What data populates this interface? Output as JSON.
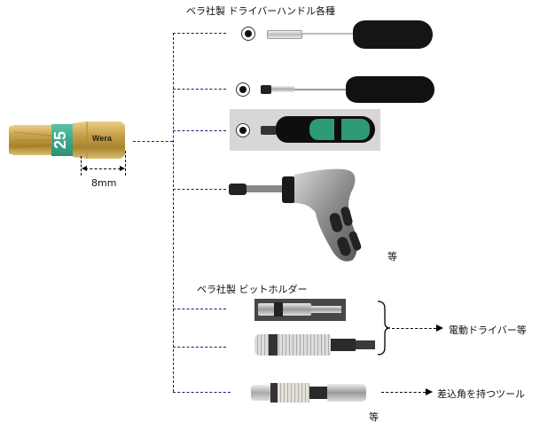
{
  "bit": {
    "size_number": "25",
    "brand": "Wera",
    "dimension_label": "8mm",
    "colors": {
      "gold": "#c9a24a",
      "band": "#3aa88a"
    }
  },
  "handles_section": {
    "title": "ベラ社製 ドライバーハンドル各種",
    "items": [
      {
        "name": "long-shaft-screwdriver-handle"
      },
      {
        "name": "bit-holding-screwdriver-handle"
      },
      {
        "name": "kraftform-compact-handle"
      },
      {
        "name": "pistol-grip-handle"
      }
    ],
    "etc_label": "等"
  },
  "holders_section": {
    "title": "ベラ社製 ビットホルダー",
    "items": [
      {
        "name": "hex-shank-bit-holder"
      },
      {
        "name": "quick-release-bit-holder"
      },
      {
        "name": "square-drive-bit-holder"
      }
    ],
    "power_driver_label": "電動ドライバー等",
    "square_drive_label": "差込角を持つツール",
    "etc_label": "等"
  },
  "line_color": "#1a1a7a"
}
